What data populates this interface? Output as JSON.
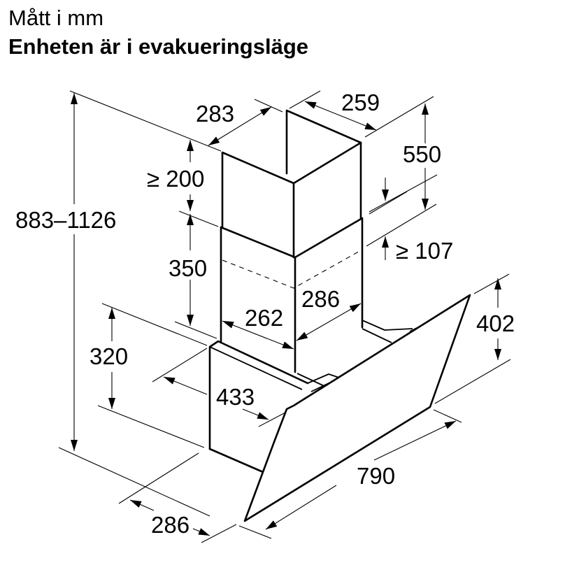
{
  "header": {
    "title": "Mått i mm",
    "subtitle": "Enheten är i evakueringsläge"
  },
  "dimensions": {
    "total_height": "883–1126",
    "chimney_upper_depth": "283",
    "chimney_upper_width": "259",
    "chimney_upper_height": "550",
    "gap_top": "≥ 200",
    "overlap": "≥ 107",
    "chimney_lower_height": "350",
    "chimney_lower_width": "262",
    "chimney_lower_depth": "286",
    "body_height": "320",
    "hood_depth": "433",
    "glass_height": "402",
    "glass_width": "790",
    "base_depth": "286"
  }
}
